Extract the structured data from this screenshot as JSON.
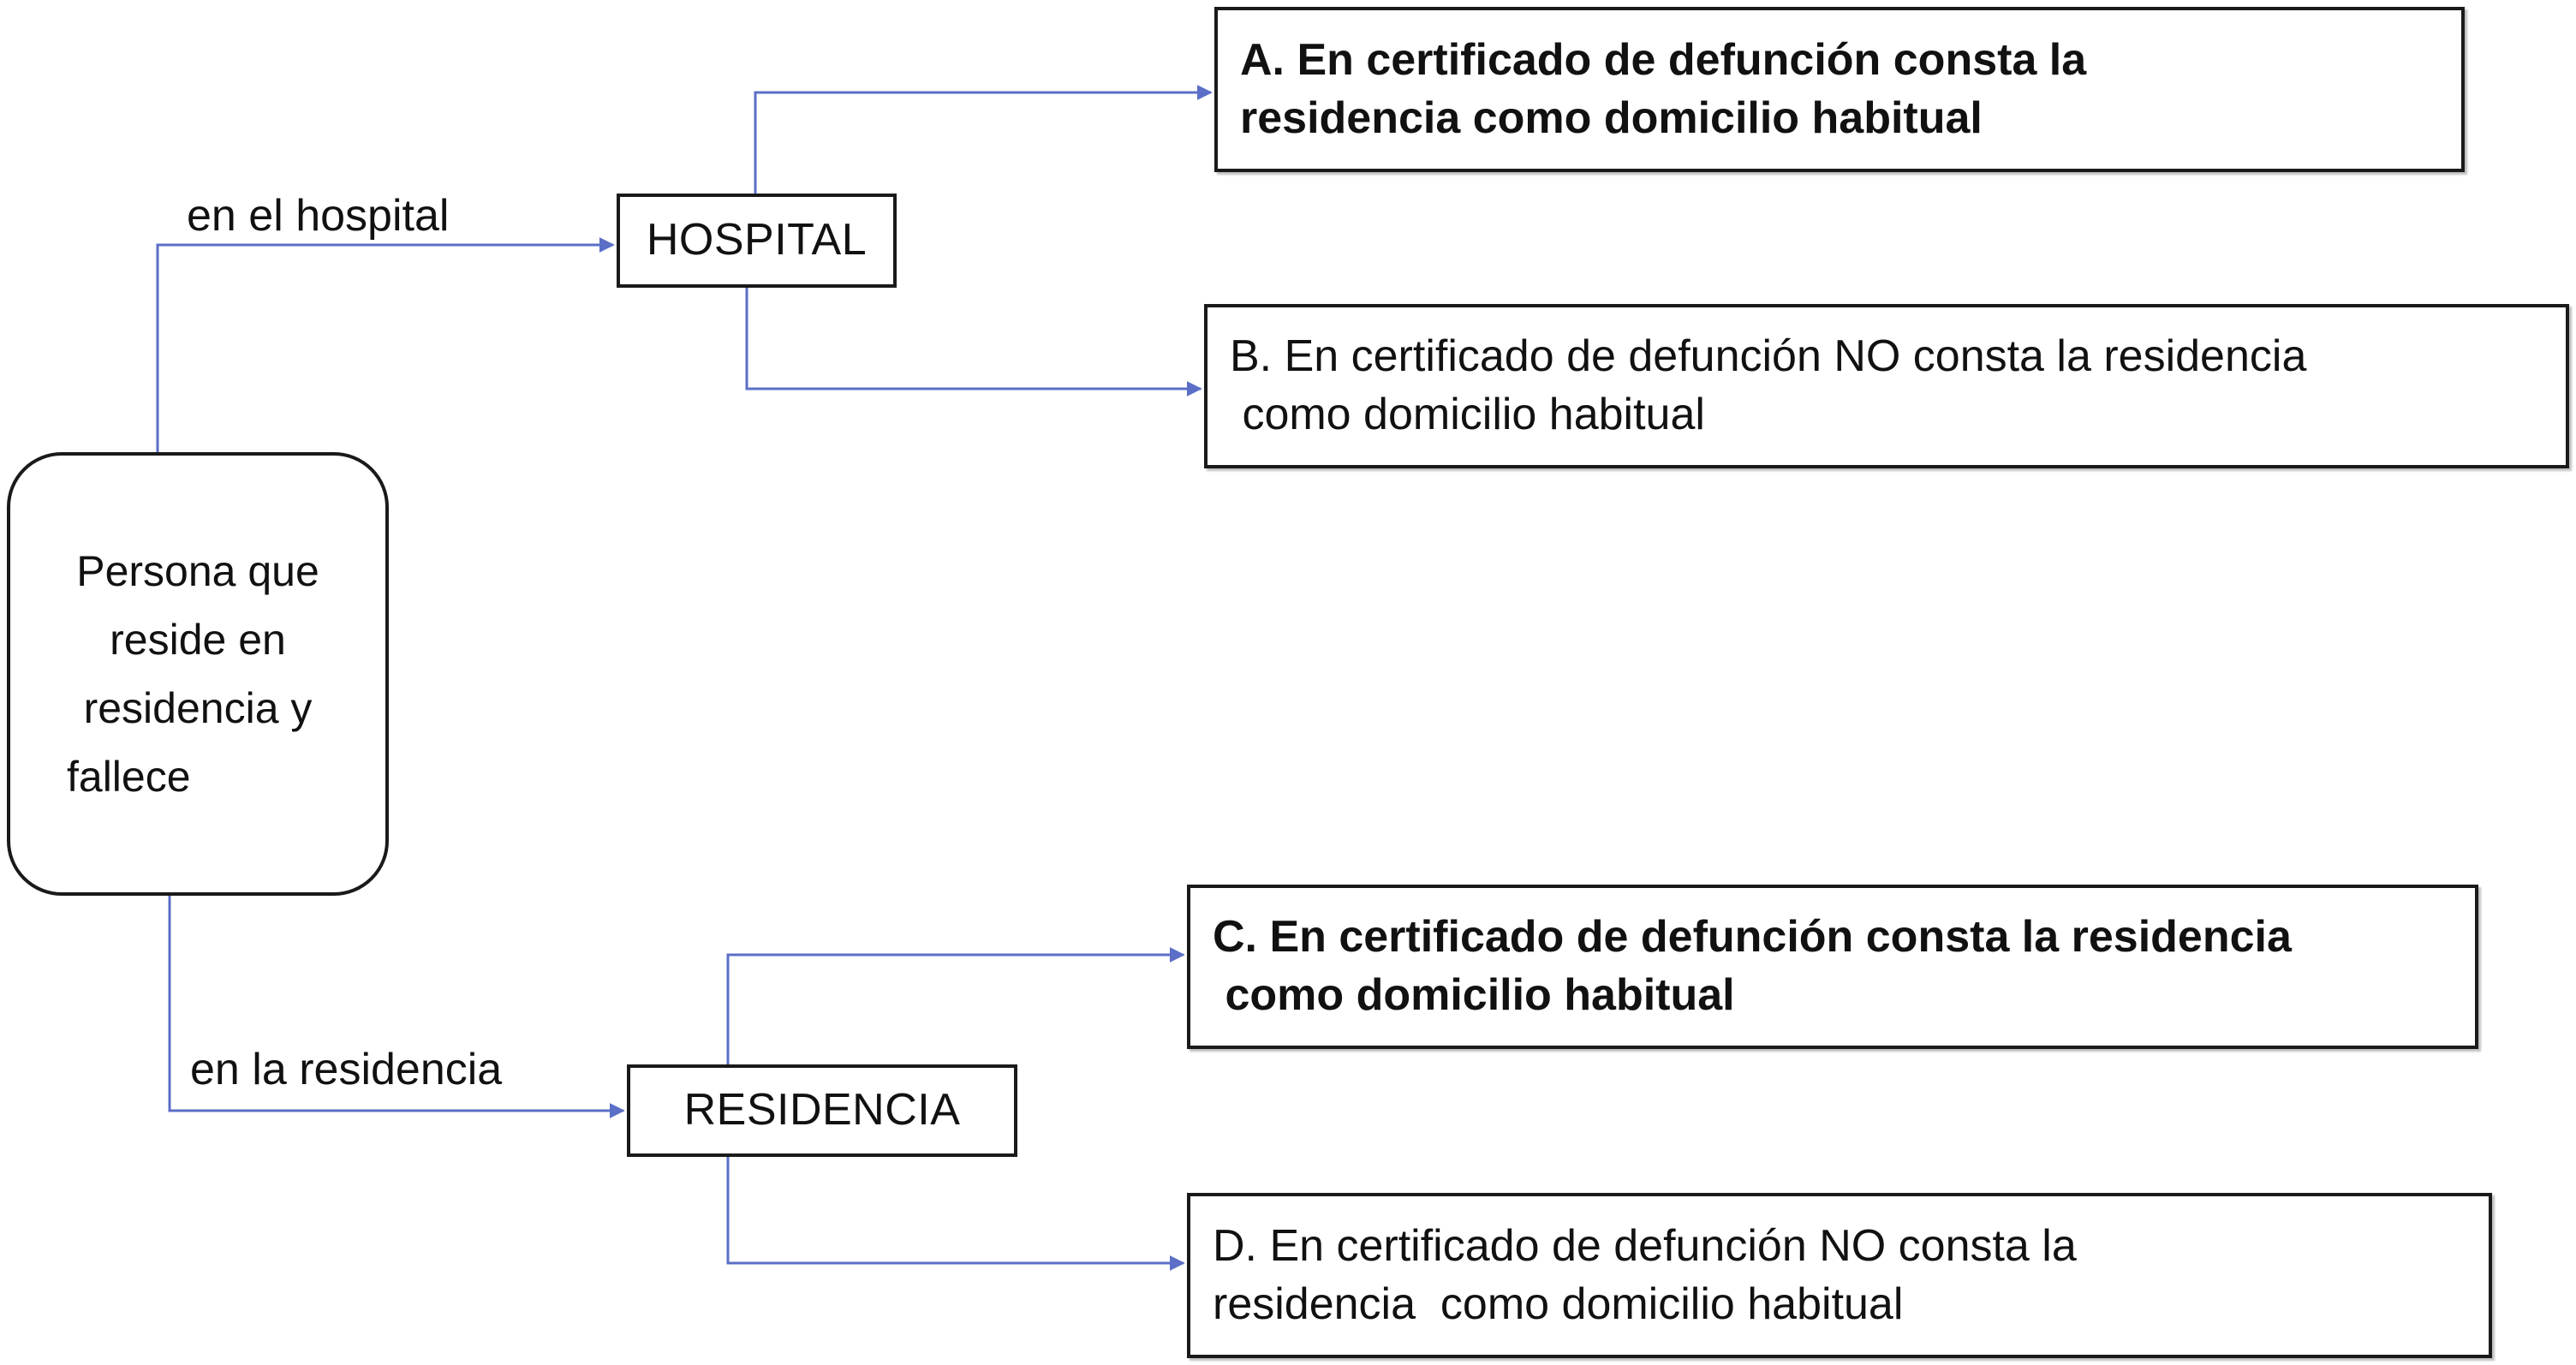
{
  "start_node": {
    "lines": [
      "Persona que",
      "reside en",
      "residencia y",
      "fallece"
    ]
  },
  "edge_labels": {
    "hospital": "en el hospital",
    "residencia": "en la residencia"
  },
  "intermediate_nodes": {
    "hospital": "HOSPITAL",
    "residencia": "RESIDENCIA"
  },
  "outcomes": {
    "a": {
      "lines": [
        "A. En certificado de defunción consta la",
        "residencia como domicilio habitual"
      ],
      "bold": true
    },
    "b": {
      "lines": [
        "B. En certificado de defunción NO consta la residencia",
        " como domicilio habitual"
      ],
      "bold": false
    },
    "c": {
      "lines": [
        "C. En certificado de defunción consta la residencia",
        " como domicilio habitual"
      ],
      "bold": true
    },
    "d": {
      "lines": [
        "D. En certificado de defunción NO consta la",
        "residencia  como domicilio habitual"
      ],
      "bold": false
    }
  },
  "colors": {
    "connector": "#5b6fc7",
    "border": "#1a1a1a"
  }
}
